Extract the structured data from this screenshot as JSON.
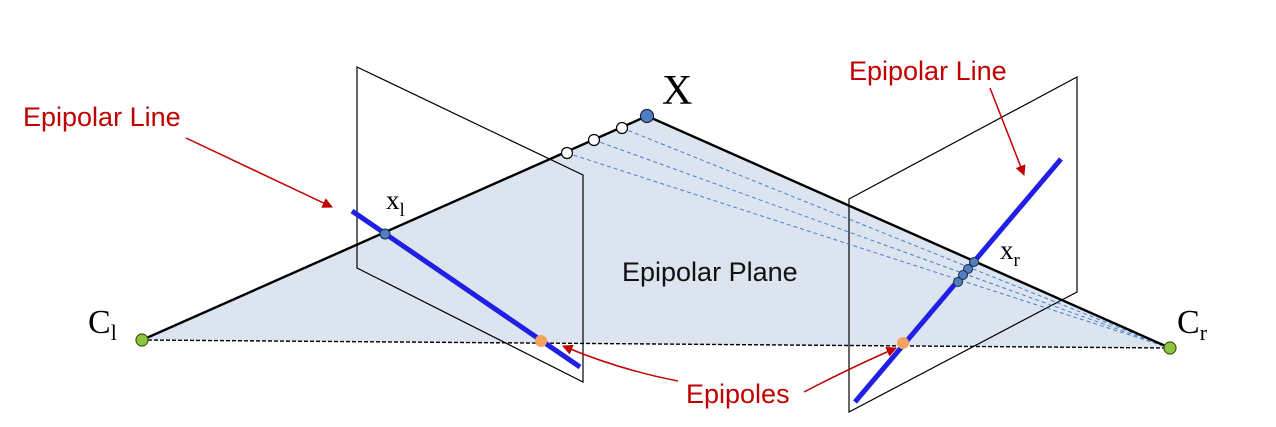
{
  "labels": {
    "X": "X",
    "Cl_main": "C",
    "Cl_sub": "l",
    "Cr_main": "C",
    "Cr_sub": "r",
    "xl_main": "x",
    "xl_sub": "l",
    "xr_main": "x",
    "xr_sub": "r",
    "epipolar_line_left": "Epipolar Line",
    "epipolar_line_right": "Epipolar Line",
    "epipolar_plane": "Epipolar Plane",
    "epipoles": "Epipoles"
  },
  "colors": {
    "plane_fill": "#dbe4ef",
    "epipolar_line": "#1f1fe6",
    "annotation": "#c00000",
    "dashed": "#4a7fd0",
    "camera_center": "#8fc63f",
    "epipole": "#f4a460",
    "point_X": "#4f7fbf"
  }
}
